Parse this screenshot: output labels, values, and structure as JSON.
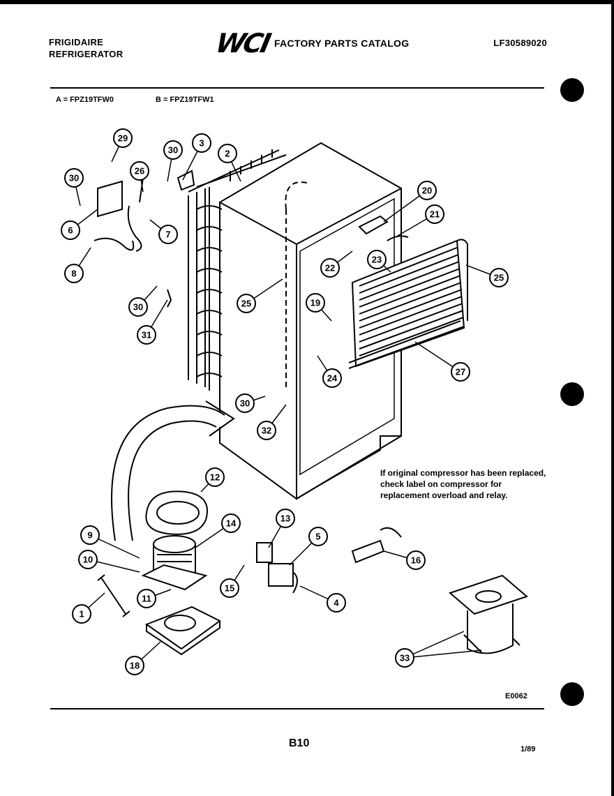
{
  "header": {
    "brand": "FRIGIDAIRE",
    "product": "REFRIGERATOR",
    "logo": "WCI",
    "catalog_title": "FACTORY PARTS CATALOG",
    "catalog_number": "LF30589020"
  },
  "models": {
    "a": "A = FPZ19TFW0",
    "b": "B = FPZ19TFW1"
  },
  "callouts": {
    "c1": "1",
    "c2": "2",
    "c3": "3",
    "c4": "4",
    "c5": "5",
    "c6": "6",
    "c7": "7",
    "c8": "8",
    "c9": "9",
    "c10": "10",
    "c11": "11",
    "c12": "12",
    "c13": "13",
    "c14": "14",
    "c15": "15",
    "c16": "16",
    "c18": "18",
    "c19": "19",
    "c20": "20",
    "c21": "21",
    "c22": "22",
    "c23": "23",
    "c24": "24",
    "c25a": "25",
    "c25b": "25",
    "c26": "26",
    "c27": "27",
    "c29": "29",
    "c30a": "30",
    "c30b": "30",
    "c30c": "30",
    "c30d": "30",
    "c31": "31",
    "c32": "32",
    "c33": "33"
  },
  "note": "If original compressor has been replaced, check label on compressor for replacement overload and relay.",
  "footer": {
    "drawing_code": "E0062",
    "page": "B10",
    "date": "1/89"
  }
}
